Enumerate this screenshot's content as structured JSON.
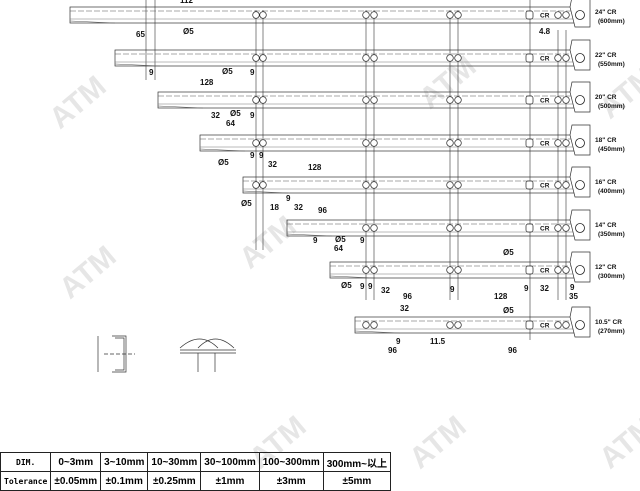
{
  "watermark": "ATM",
  "rails": [
    {
      "size": "24\" CR",
      "length": "(600mm)"
    },
    {
      "size": "22\" CR",
      "length": "(550mm)"
    },
    {
      "size": "20\" CR",
      "length": "(500mm)"
    },
    {
      "size": "18\" CR",
      "length": "(450mm)"
    },
    {
      "size": "16\" CR",
      "length": "(400mm)"
    },
    {
      "size": "14\" CR",
      "length": "(350mm)"
    },
    {
      "size": "12\" CR",
      "length": "(300mm)"
    },
    {
      "size": "10.5\" CR",
      "length": "(270mm)"
    }
  ],
  "rail_marker": "CR",
  "dims": [
    "112",
    "Ø5",
    "65",
    "4.8",
    "9",
    "Ø5",
    "9",
    "128",
    "32",
    "Ø5",
    "9",
    "64",
    "Ø5",
    "9",
    "9",
    "32",
    "128",
    "Ø5",
    "18",
    "9",
    "32",
    "96",
    "9",
    "Ø5",
    "9",
    "64",
    "Ø5",
    "9",
    "9",
    "32",
    "96",
    "9",
    "128",
    "Ø5",
    "9",
    "32",
    "9",
    "35",
    "32",
    "Ø5",
    "9",
    "11.5",
    "96",
    "96"
  ],
  "tolerance_table": {
    "header": [
      "DIM.",
      "0~3mm",
      "3~10mm",
      "10~30mm",
      "30~100mm",
      "100~300mm",
      "300mm~以上"
    ],
    "row": [
      "Tolerance",
      "±0.05mm",
      "±0.1mm",
      "±0.25mm",
      "±1mm",
      "±3mm",
      "±5mm"
    ]
  }
}
